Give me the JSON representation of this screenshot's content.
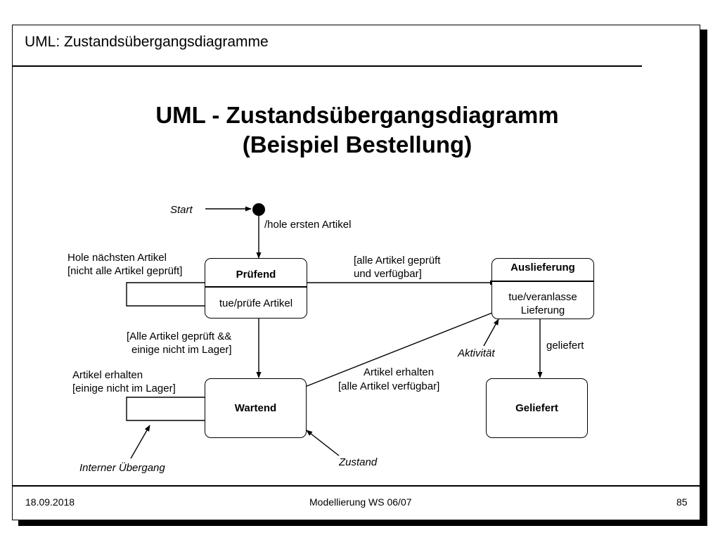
{
  "header": {
    "title": "UML: Zustandsübergangsdiagramme"
  },
  "main_title": {
    "line1": "UML - Zustandsübergangsdiagramm",
    "line2": "(Beispiel Bestellung)"
  },
  "states": {
    "pruefend": {
      "name": "Prüfend",
      "activity": "tue/prüfe Artikel"
    },
    "auslieferung": {
      "name": "Auslieferung",
      "activity_line1": "tue/veranlasse",
      "activity_line2": "Lieferung"
    },
    "wartend": {
      "name": "Wartend"
    },
    "geliefert": {
      "name": "Geliefert"
    }
  },
  "labels": {
    "start": "Start",
    "hole_ersten": "/hole ersten Artikel",
    "hole_naechsten_1": "Hole nächsten Artikel",
    "hole_naechsten_2": "[nicht alle Artikel geprüft]",
    "alle_geprueft_1": "[alle Artikel geprüft",
    "alle_geprueft_2": "und verfügbar]",
    "alle_geprueft_lager_1": "[Alle Artikel geprüft &&",
    "alle_geprueft_lager_2": "einige nicht im Lager]",
    "erhalten_einige_1": "Artikel erhalten",
    "erhalten_einige_2": "[einige nicht im Lager]",
    "erhalten_alle_1": "Artikel erhalten",
    "erhalten_alle_2": "[alle Artikel verfügbar]",
    "geliefert_trans": "geliefert",
    "aktivitaet": "Aktivität",
    "zustand": "Zustand",
    "interner_uebergang": "Interner Übergang"
  },
  "footer": {
    "date": "18.09.2018",
    "course": "Modellierung WS 06/07",
    "page": "85"
  }
}
